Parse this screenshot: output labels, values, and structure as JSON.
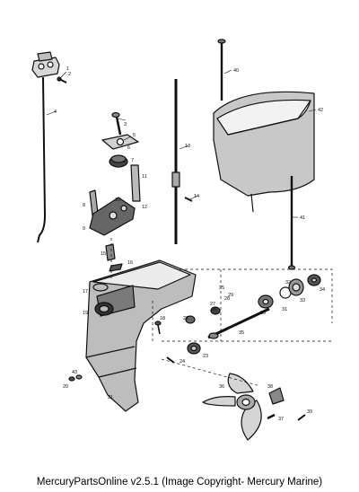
{
  "caption": "MercuryPartsOnline v2.5.1 (Image Copyright- Mercury Marine)",
  "callouts": [
    "1",
    "2",
    "3",
    "4",
    "5",
    "6",
    "7",
    "8",
    "9",
    "10",
    "11",
    "12",
    "13",
    "14",
    "15",
    "16",
    "17",
    "18",
    "19",
    "20",
    "21",
    "22",
    "23",
    "24",
    "25",
    "26",
    "27",
    "28",
    "29",
    "30",
    "31",
    "32",
    "33",
    "34",
    "35",
    "36",
    "37",
    "38",
    "39",
    "40",
    "41",
    "42",
    "43"
  ]
}
